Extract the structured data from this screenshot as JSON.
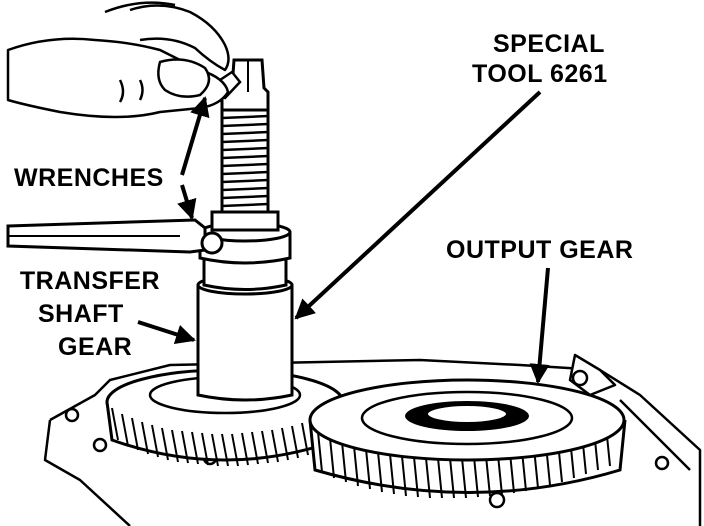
{
  "labels": {
    "special_tool": [
      "SPECIAL",
      "TOOL 6261"
    ],
    "wrenches": "WRENCHES",
    "transfer_shaft_gear": [
      "TRANSFER",
      "SHAFT",
      "GEAR"
    ],
    "output_gear": "OUTPUT GEAR"
  },
  "colors": {
    "ink": "#000000",
    "paper": "#ffffff"
  }
}
